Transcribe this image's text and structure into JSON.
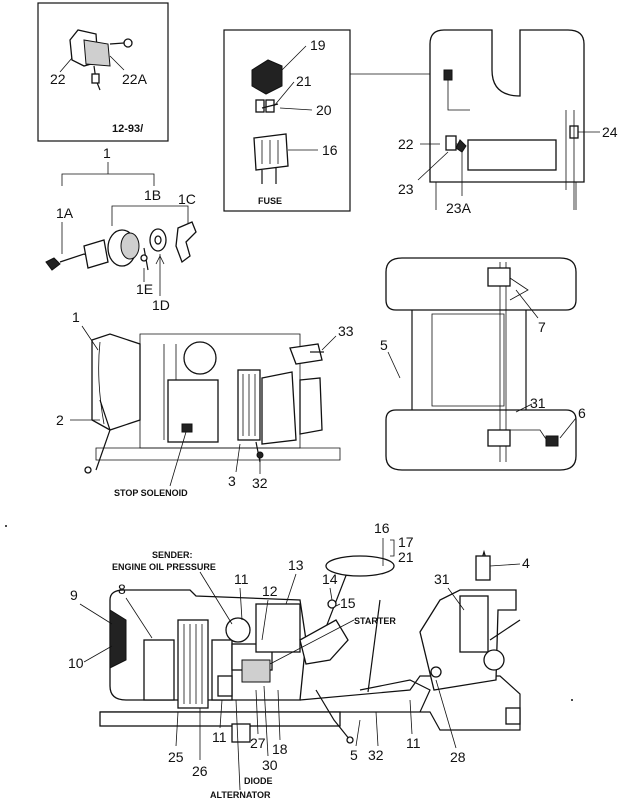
{
  "callouts": {
    "c1": "1",
    "c1a": "1A",
    "c1b": "1B",
    "c1c": "1C",
    "c1d": "1D",
    "c1e": "1E",
    "c2": "2",
    "c3": "3",
    "c4": "4",
    "c5": "5",
    "c6": "6",
    "c7": "7",
    "c8": "8",
    "c9": "9",
    "c10": "10",
    "c11": "11",
    "c12": "12",
    "c13": "13",
    "c14": "14",
    "c15": "15",
    "c16": "16",
    "c17": "17",
    "c18": "18",
    "c19": "19",
    "c20": "20",
    "c21": "21",
    "c22": "22",
    "c22a": "22A",
    "c23": "23",
    "c23a": "23A",
    "c24": "24",
    "c25": "25",
    "c26": "26",
    "c27": "27",
    "c28": "28",
    "c30": "30",
    "c31": "31",
    "c32": "32",
    "c33": "33"
  },
  "text": {
    "ref_code": "12-93/",
    "fuse": "FUSE",
    "stop_solenoid": "STOP SOLENOID",
    "sender_line1": "SENDER:",
    "sender_line2": "ENGINE OIL PRESSURE",
    "starter": "STARTER",
    "diode": "DIODE",
    "alternator": "ALTERNATOR"
  }
}
